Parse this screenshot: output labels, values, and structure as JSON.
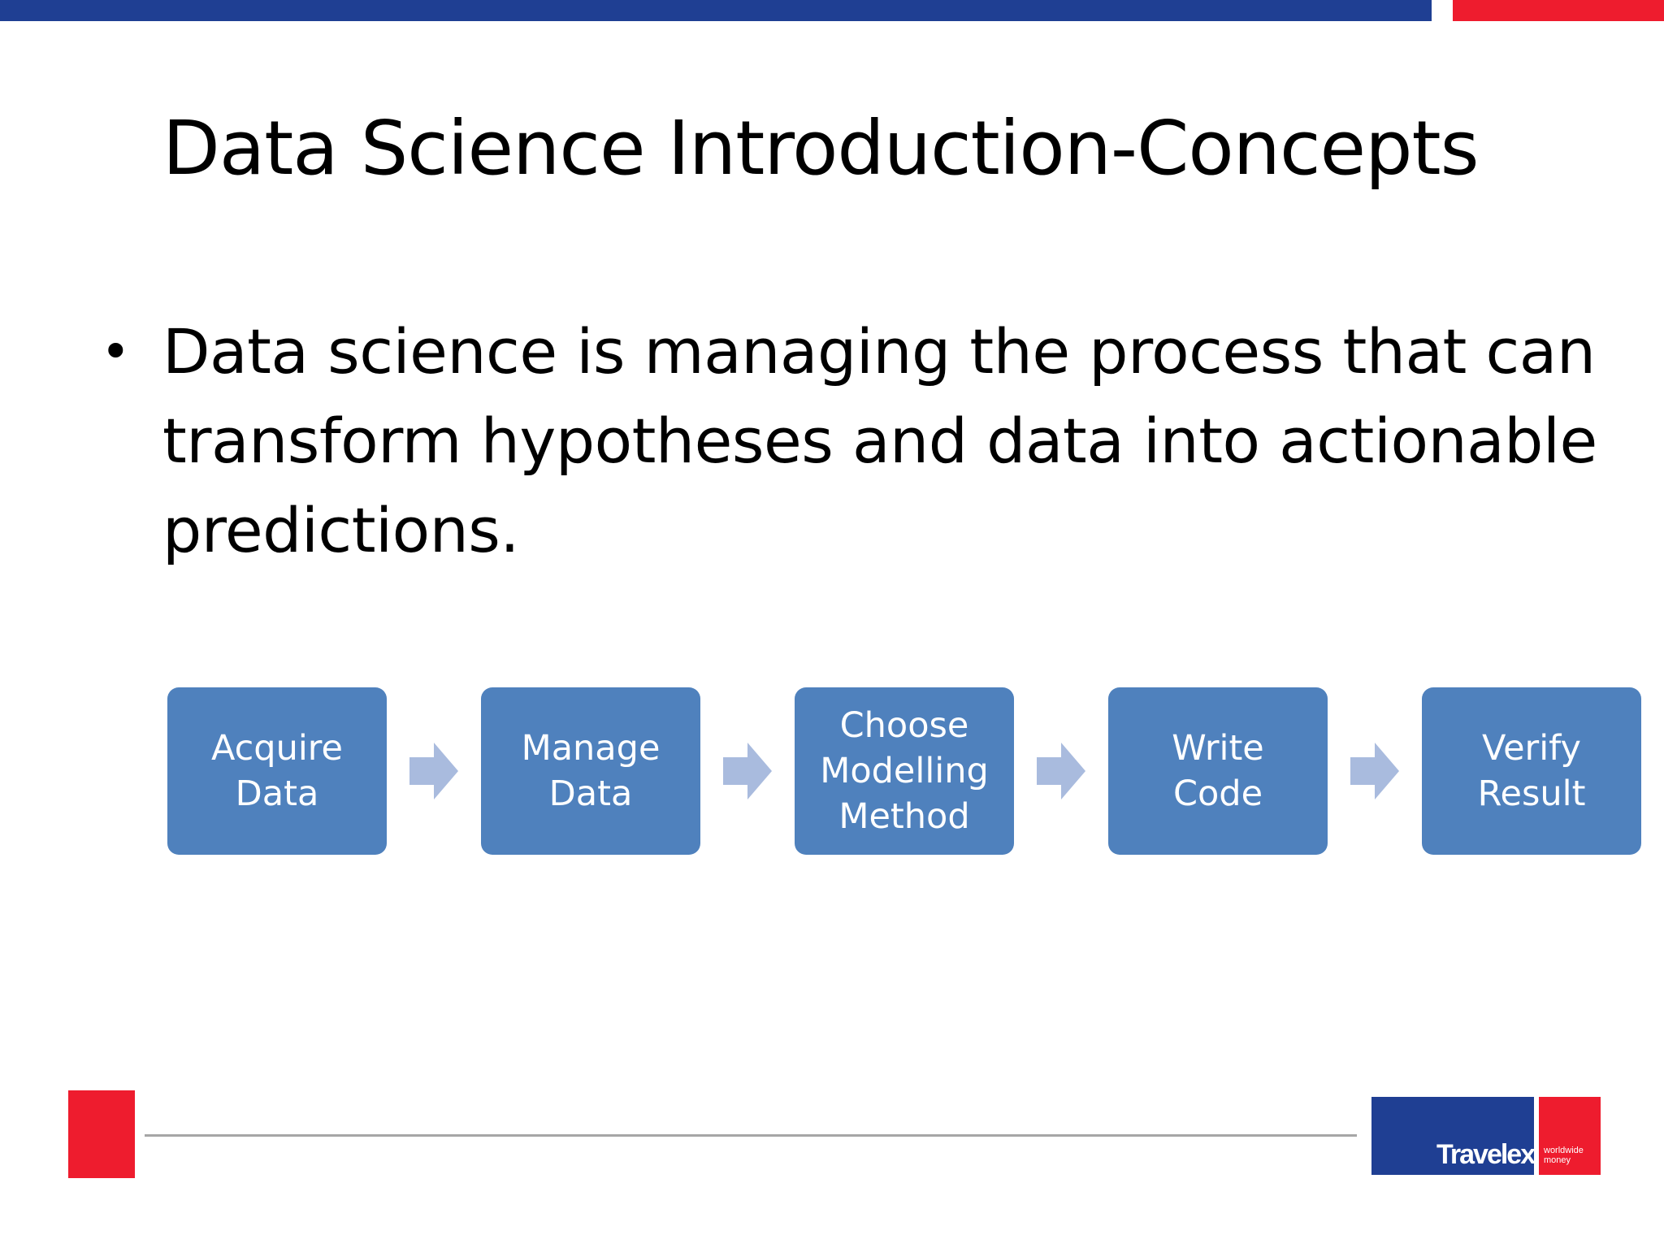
{
  "colors": {
    "brand_blue": "#1f3f93",
    "brand_red": "#ee1c2e",
    "box_fill": "#4f81bd",
    "arrow_fill": "#a9bbde",
    "footer_line": "#a6a6a6"
  },
  "slide": {
    "title": "Data Science Introduction-Concepts",
    "bullet_marker": "•",
    "bullet_text": "Data science is managing the process that can transform hypotheses and data into actionable predictions."
  },
  "process_flow": {
    "steps": [
      {
        "lines": [
          "Acquire",
          "Data"
        ]
      },
      {
        "lines": [
          "Manage",
          "Data"
        ]
      },
      {
        "lines": [
          "Choose",
          "Modelling",
          "Method"
        ]
      },
      {
        "lines": [
          "Write",
          "Code"
        ]
      },
      {
        "lines": [
          "Verify",
          "Result"
        ]
      }
    ],
    "connector_icon": "right-arrow-icon"
  },
  "footer": {
    "logo": {
      "wordmark": "Travelex",
      "tagline": [
        "worldwide",
        "money"
      ]
    }
  }
}
